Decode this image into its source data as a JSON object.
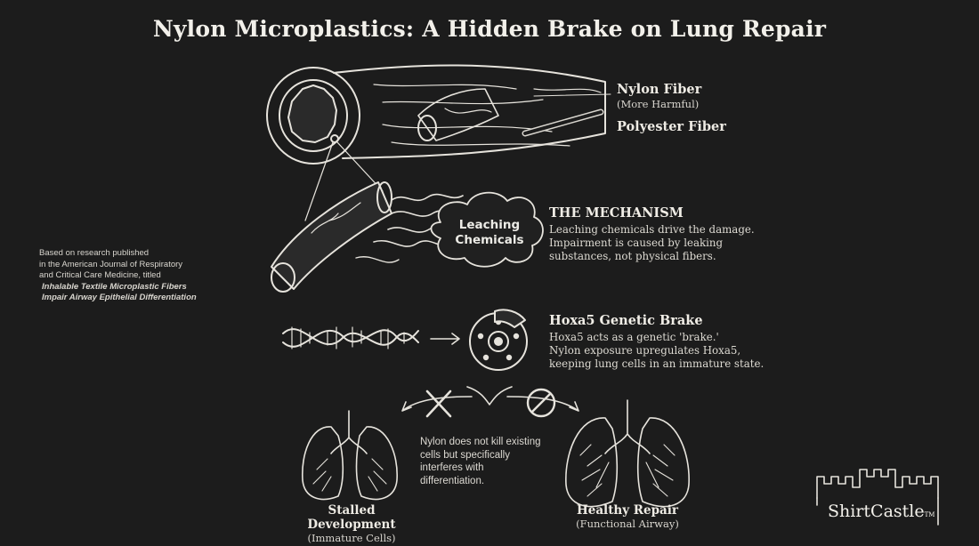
{
  "title": "Nylon Microplastics: A Hidden Brake on Lung Repair",
  "fibers": {
    "nylon_label": "Nylon Fiber",
    "nylon_sub": "(More Harmful)",
    "polyester_label": "Polyester Fiber"
  },
  "mechanism": {
    "cloud_line1": "Leaching",
    "cloud_line2": "Chemicals",
    "heading": "THE MECHANISM",
    "line1": "Leaching chemicals drive the damage.",
    "line2": "Impairment is caused by leaking",
    "line3": "substances, not physical fibers."
  },
  "source_note": {
    "line1": "Based on research published",
    "line2": "in the American Journal of Respiratory",
    "line3": "and Critical Care Medicine, titled",
    "line4": "Inhalable Textile Microplastic Fibers",
    "line5": "Impair Airway Epithelial Differentiation"
  },
  "hoxa5": {
    "heading": "Hoxa5 Genetic Brake",
    "line1": "Hoxa5 acts as a genetic 'brake.'",
    "line2": "Nylon exposure upregulates Hoxa5,",
    "line3": "keeping lung cells in an immature state."
  },
  "middle_note": {
    "line1": "Nylon does not kill existing",
    "line2": "cells but specifically",
    "line3": "interferes with",
    "line4": "differentiation."
  },
  "outcomes": {
    "stalled_label": "Stalled Development",
    "stalled_sub": "(Immature Cells)",
    "healthy_label": "Healthy Repair",
    "healthy_sub": "(Functional Airway)"
  },
  "brand": {
    "name": "ShirtCastle",
    "tm": "TM"
  },
  "colors": {
    "background": "#1c1c1c",
    "ink": "#e8e6e1"
  }
}
